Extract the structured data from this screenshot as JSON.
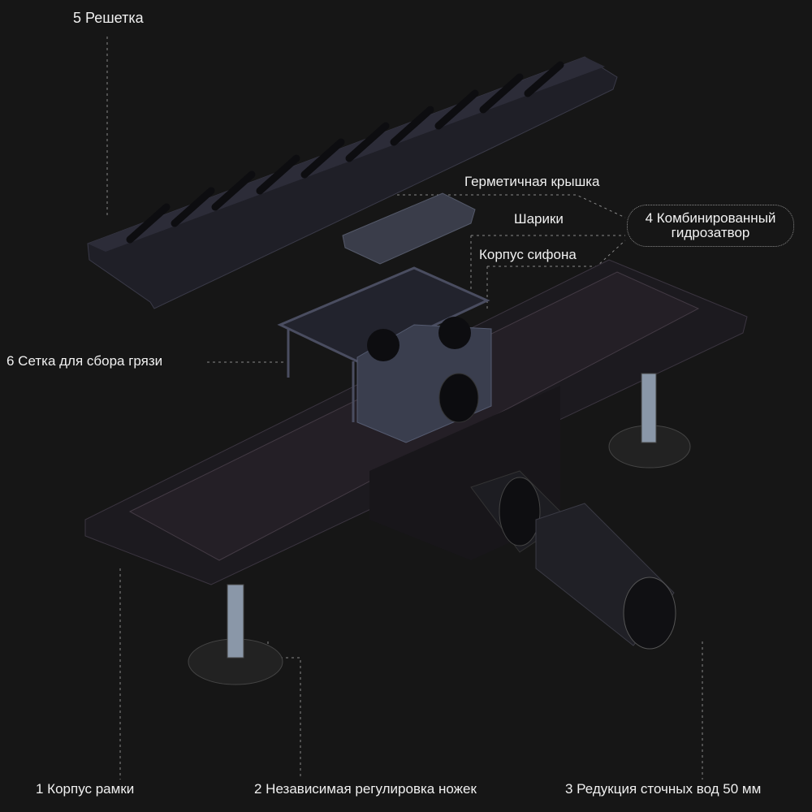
{
  "labels": {
    "grate": "5 Решетка",
    "sealed_cap": "Герметичная крышка",
    "balls": "Шарики",
    "siphon_body": "Корпус сифона",
    "combined_seal_line1": "4 Комбинированный",
    "combined_seal_line2": "гидрозатвор",
    "dirt_mesh": "6 Сетка для сбора грязи",
    "frame_body": "1 Корпус рамки",
    "legs": "2 Независимая регулировка ножек",
    "reduction": "3 Редукция сточных вод 50 мм"
  },
  "colors": {
    "background": "#161616",
    "product": "#2a2a33",
    "text": "#f0f0f0"
  }
}
